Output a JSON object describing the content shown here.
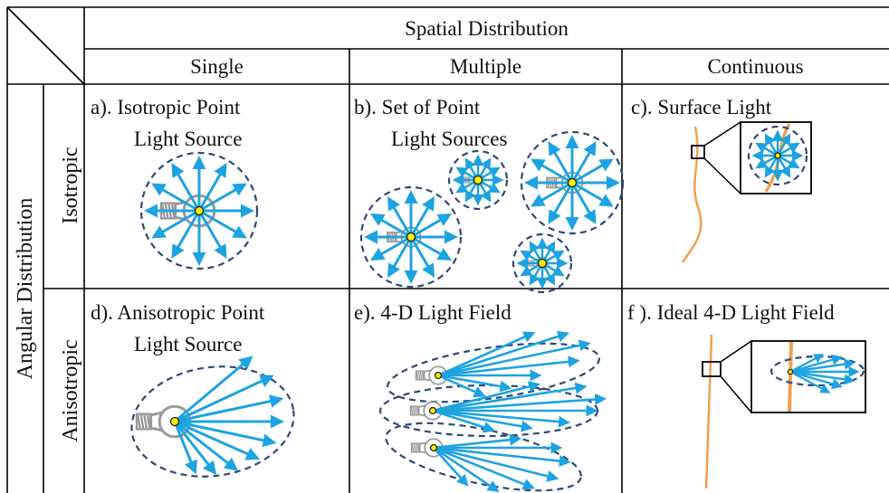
{
  "header": {
    "spatial": "Spatial Distribution",
    "single": "Single",
    "multiple": "Multiple",
    "continuous": "Continuous"
  },
  "rows": {
    "angular": "Angular Distribution",
    "isotropic": "Isotropic",
    "anisotropic": "Anisotropic"
  },
  "cells": {
    "a_line1": "a). Isotropic Point",
    "a_line2": "Light Source",
    "b_line1": "b). Set of Point",
    "b_line2": "Light Sources",
    "c_line1": "c). Surface Light",
    "d_line1": "d). Anisotropic Point",
    "d_line2": "Light Source",
    "e_line1": "e). 4-D Light Field",
    "f_line1": "f ). Ideal 4-D Light Field"
  },
  "colors": {
    "ray": "#1ea3e0",
    "dash": "#2f4a73",
    "surface": "#f0a050",
    "point": "#ffee00",
    "bulb": "#9a9a9a",
    "grid": "#000000"
  }
}
